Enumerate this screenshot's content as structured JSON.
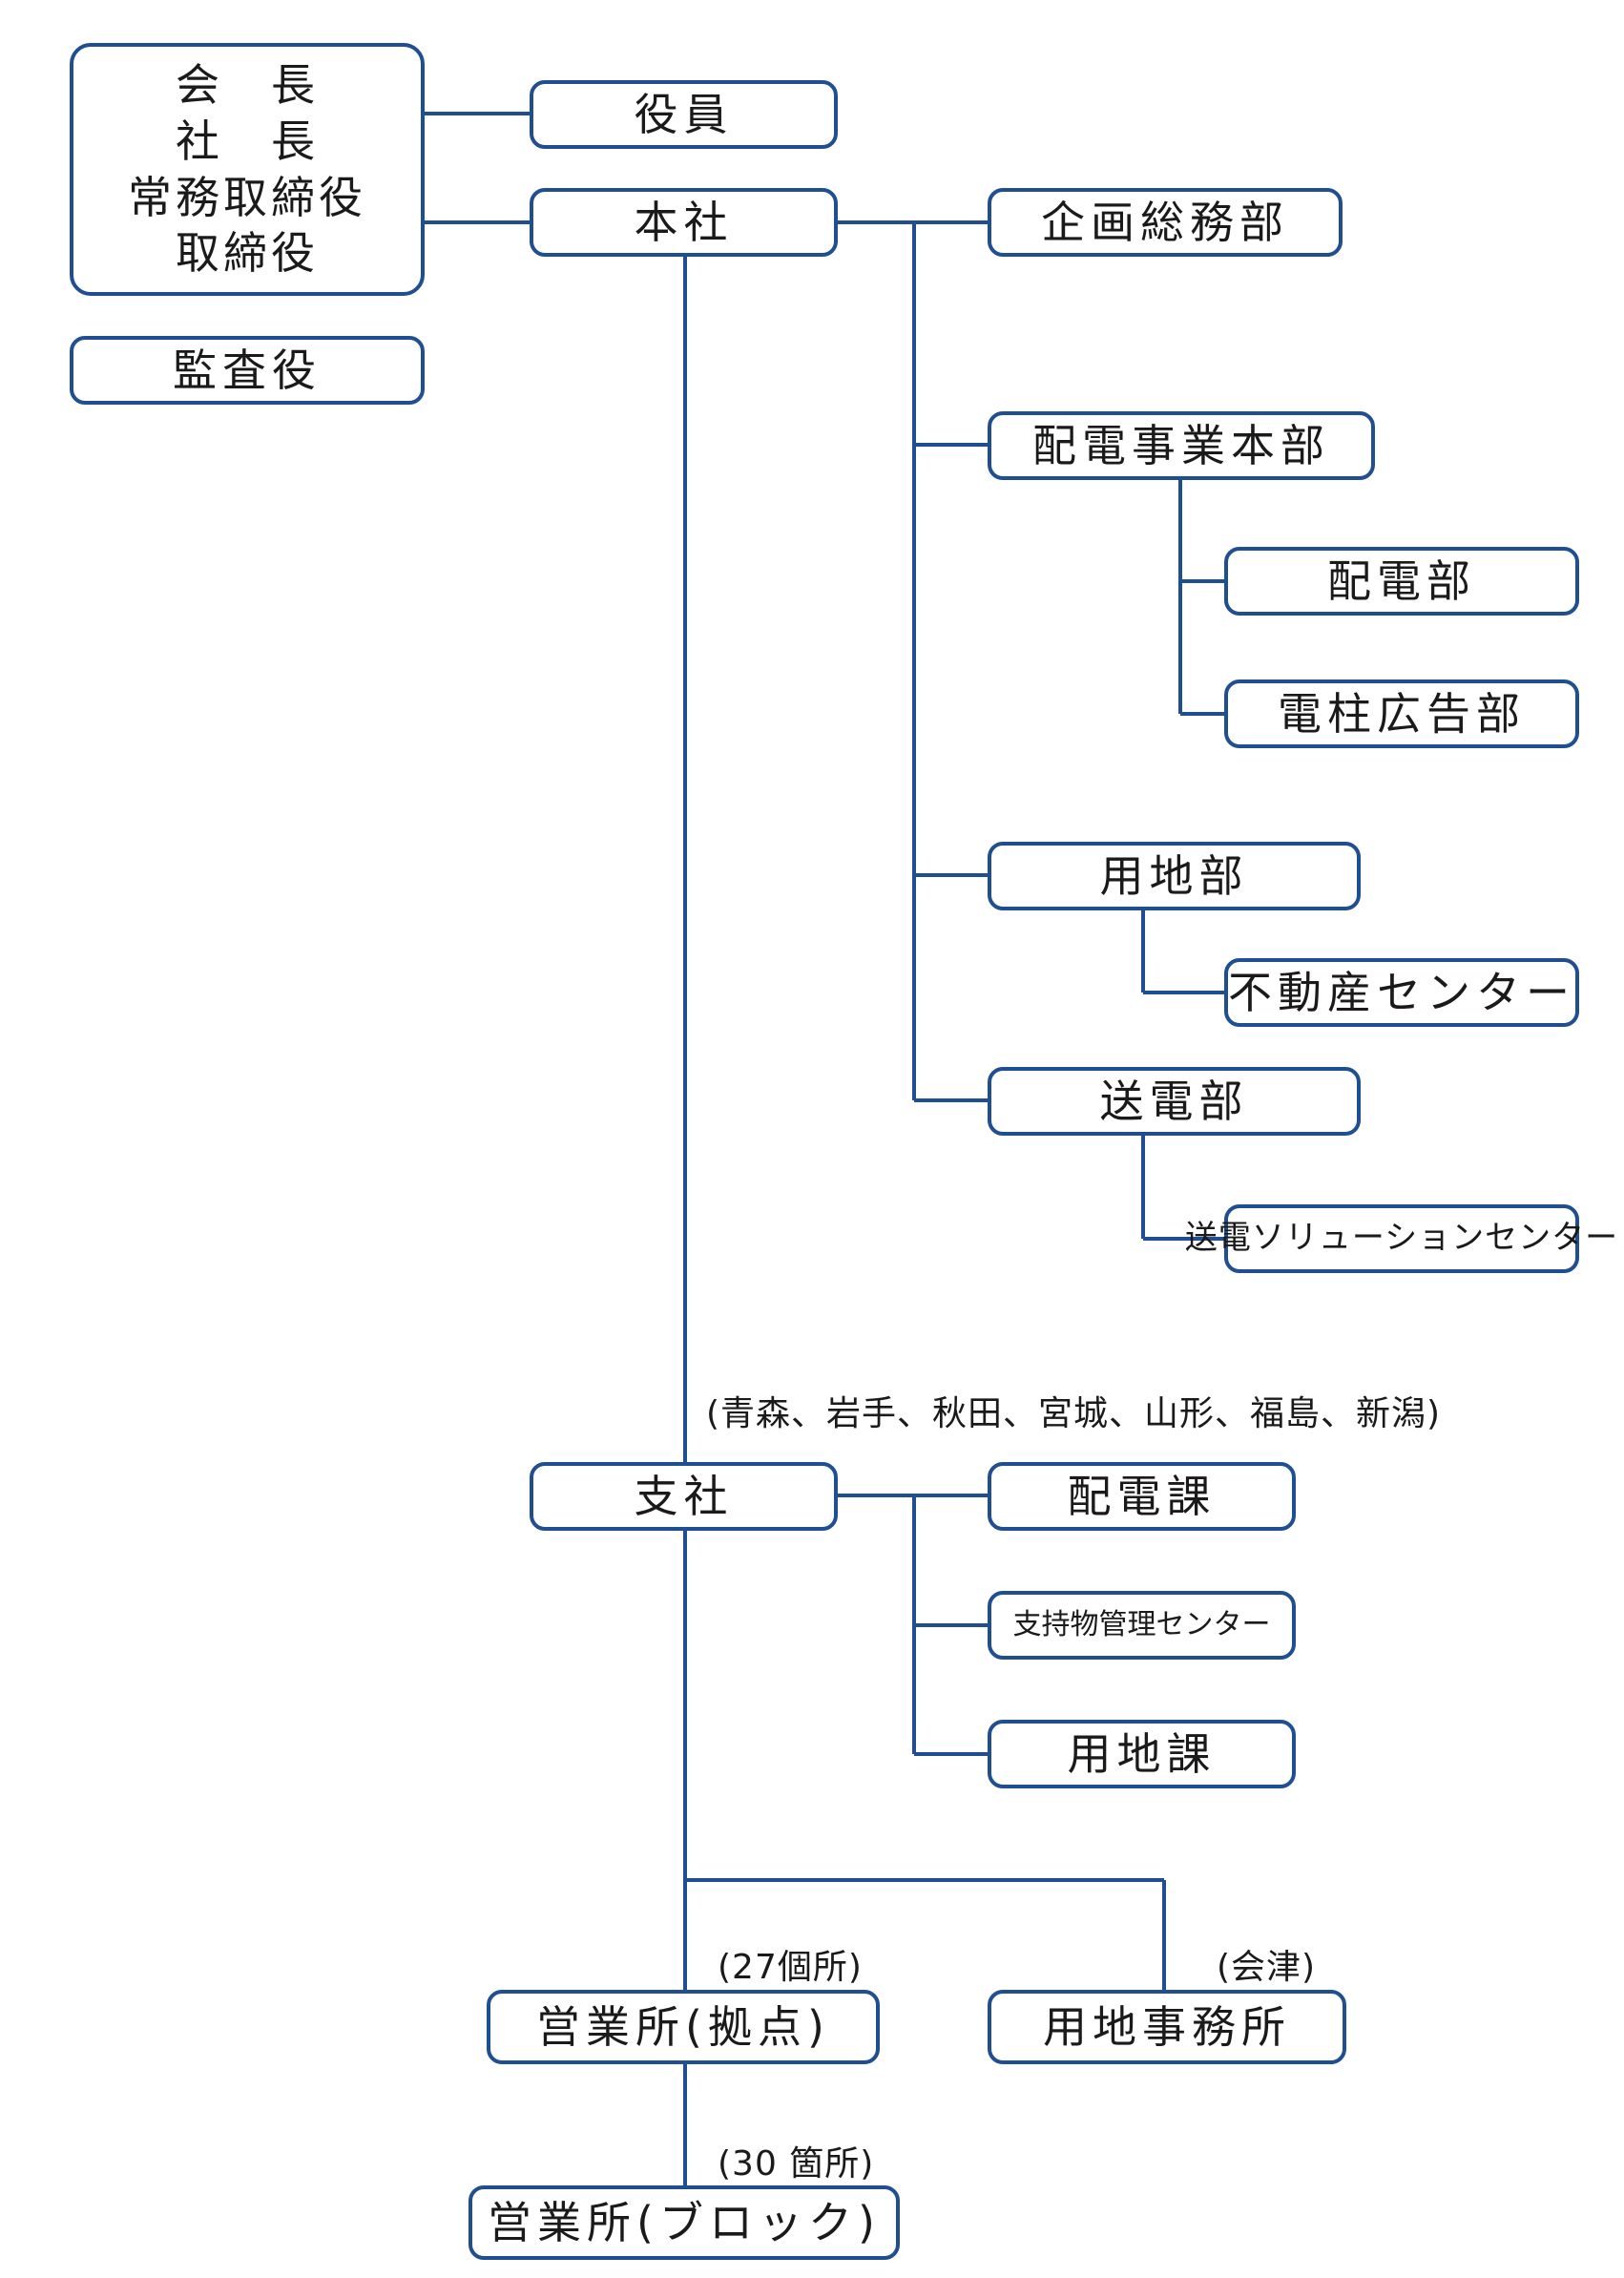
{
  "exec_box": {
    "lines": [
      "会　長",
      "社　長",
      "常務取締役",
      "取締役"
    ]
  },
  "auditor": "監査役",
  "officers": "役員",
  "head_office": "本社",
  "depts": {
    "planning": "企画総務部",
    "distribution_hq": "配電事業本部",
    "distribution": "配電部",
    "pole_ad": "電柱広告部",
    "land": "用地部",
    "real_estate": "不動産センター",
    "transmission": "送電部",
    "transmission_solution": "送電ソリューションセンター"
  },
  "branch_note": "(青森、岩手、秋田、宮城、山形、福島、新潟)",
  "branch": "支社",
  "branch_depts": {
    "distribution": "配電課",
    "support": "支持物管理センター",
    "land": "用地課"
  },
  "sales_note": "(27個所)",
  "sales_base": "営業所(拠点)",
  "land_office_note": "(会津)",
  "land_office": "用地事務所",
  "block_note": "(30 箇所)",
  "sales_block": "営業所(ブロック)"
}
